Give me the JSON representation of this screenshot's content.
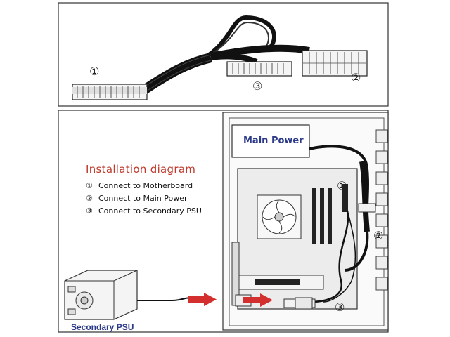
{
  "callouts": {
    "c1": "①",
    "c2": "②",
    "c3": "③"
  },
  "installation": {
    "title": "Installation diagram",
    "steps": [
      {
        "num": "①",
        "text": "Connect to Motherboard"
      },
      {
        "num": "②",
        "text": "Connect to Main Power"
      },
      {
        "num": "③",
        "text": "Connect to Secondary PSU"
      }
    ]
  },
  "labels": {
    "main_power": "Main Power",
    "secondary_psu": "Secondary PSU"
  },
  "colors": {
    "title_red": "#c0392b",
    "label_blue": "#2c3a8a",
    "arrow_red": "#d32f2f"
  }
}
